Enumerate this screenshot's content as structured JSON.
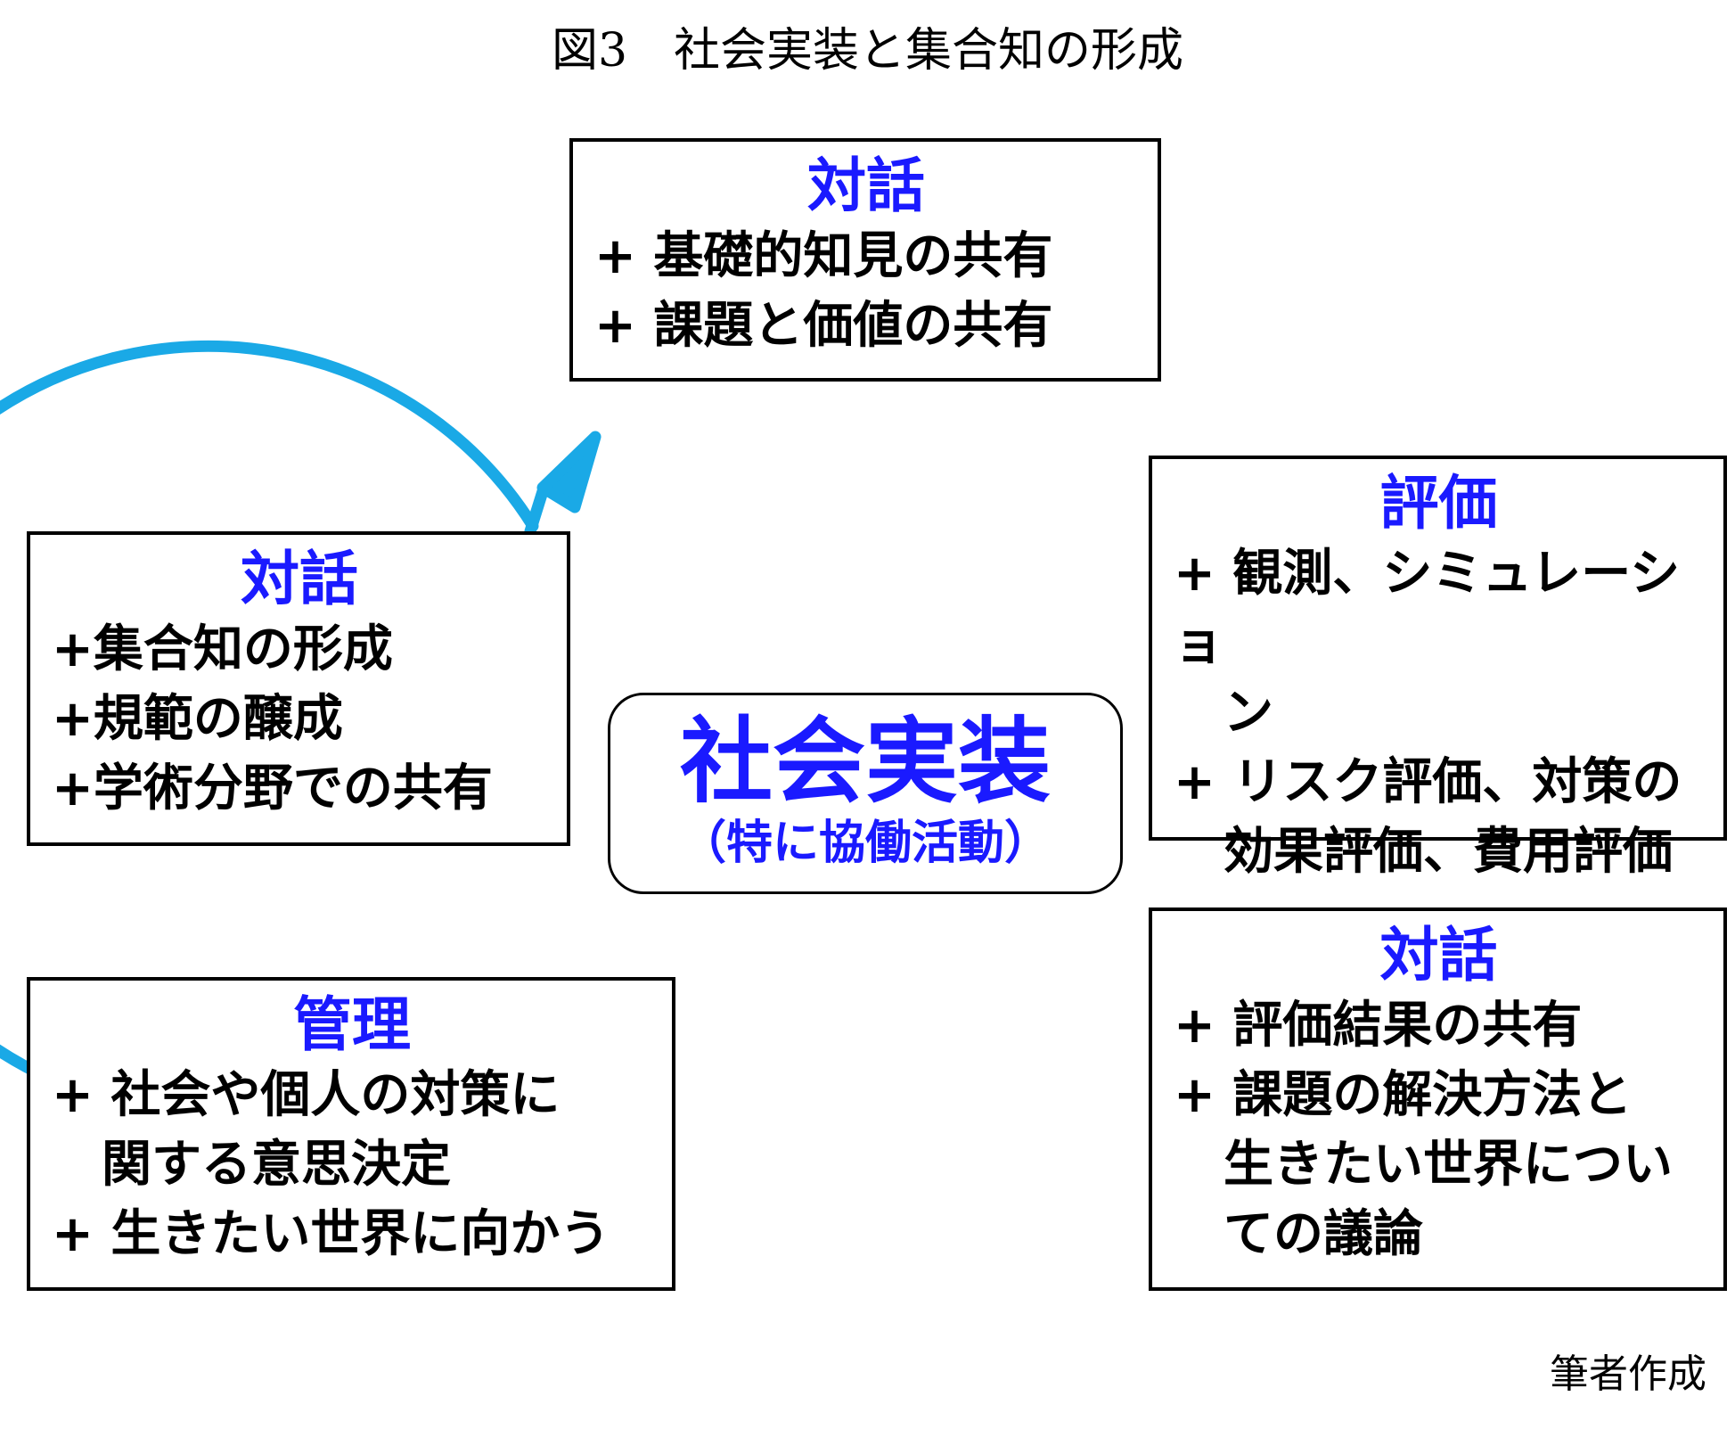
{
  "figure": {
    "title": "図3　社会実装と集合知の形成",
    "credit": "筆者作成"
  },
  "center": {
    "title": "社会実装",
    "subtitle": "（特に協働活動）"
  },
  "boxes": {
    "top": {
      "heading": "対話",
      "items": [
        "+ 基礎的知見の共有",
        "+ 課題と価値の共有"
      ]
    },
    "right_upper": {
      "heading": "評価",
      "items": [
        "+ 観測、シミュレーショ\n　ン",
        "+ リスク評価、対策の\n　効果評価、費用評価"
      ]
    },
    "right_lower": {
      "heading": "対話",
      "items": [
        "+ 評価結果の共有",
        "+ 課題の解決方法と\n　生きたい世界につい\n　ての議論"
      ]
    },
    "bottom_left": {
      "heading": "管理",
      "items": [
        "+ 社会や個人の対策に\n　関する意思決定",
        "+ 生きたい世界に向かう"
      ]
    },
    "left": {
      "heading": "対話",
      "items": [
        "+集合知の形成",
        "+規範の醸成",
        "+学術分野での共有"
      ]
    }
  },
  "colors": {
    "cycle_arrow": "#1aa9e6",
    "heading_text": "#1a1aff",
    "border": "#000000"
  },
  "icons": {
    "cycle": "circular-arrow-icon"
  }
}
